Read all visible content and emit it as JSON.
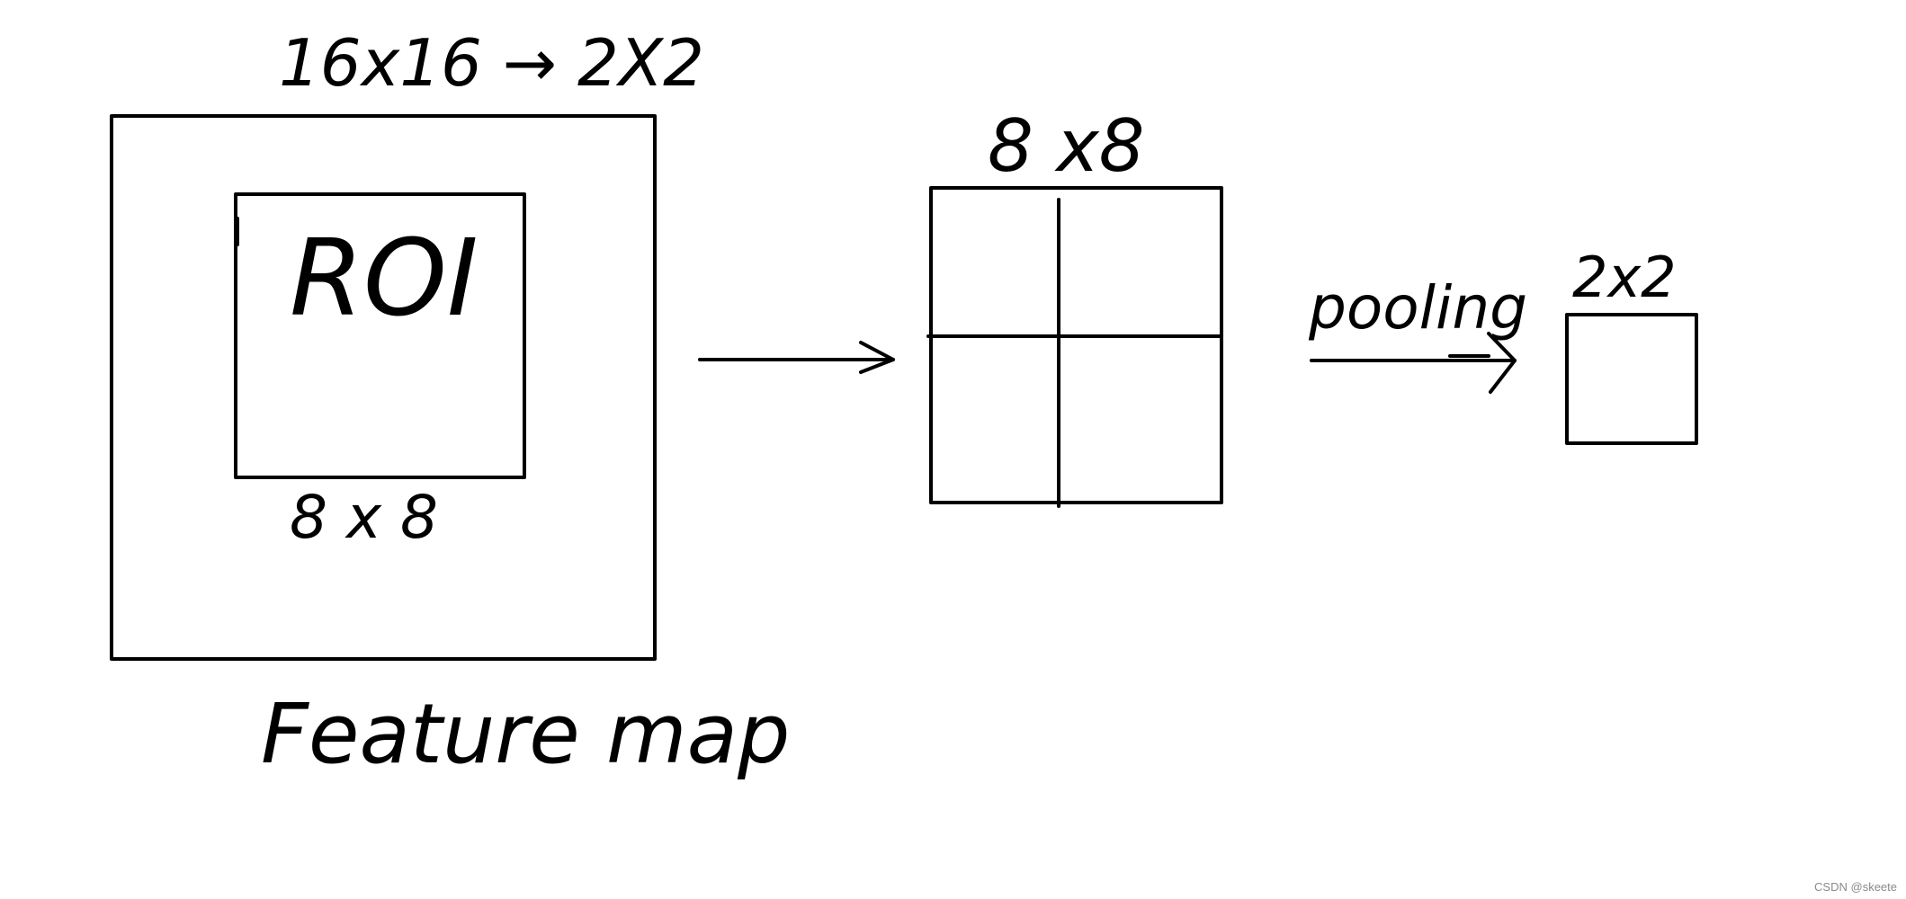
{
  "labels": {
    "top_transform": "16x16 → 2X2",
    "roi": "ROI",
    "roi_size": "8 x 8",
    "feature_map": "Feature map",
    "grid_size": "8 x8",
    "pooling": "pooling",
    "output_size": "2x2"
  },
  "watermark": "CSDN @skeete",
  "colors": {
    "ink": "#000000",
    "background": "#ffffff",
    "watermark": "#8a8a8a"
  }
}
